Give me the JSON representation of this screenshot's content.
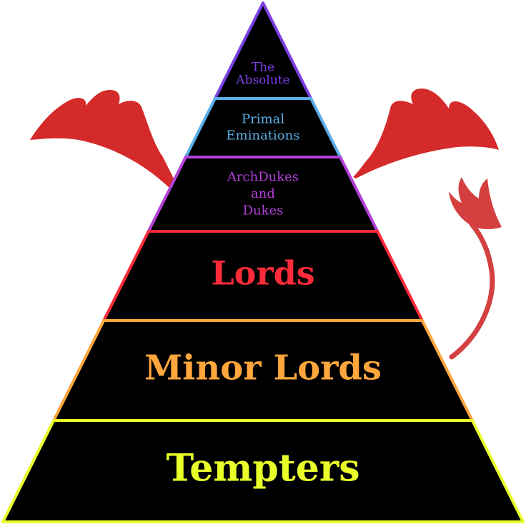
{
  "colors": {
    "background": "#ffffff",
    "pyramid_fill": "#000000",
    "wing": "#d42a2a",
    "tail": "#d44040"
  },
  "tiers": [
    {
      "lines": [
        "The",
        "Absolute"
      ],
      "color": "#7b3fe4"
    },
    {
      "lines": [
        "Primal",
        "Eminations"
      ],
      "color": "#5aaee8"
    },
    {
      "lines": [
        "ArchDukes",
        "and",
        "Dukes"
      ],
      "color": "#b340d8"
    },
    {
      "lines": [
        "Lords"
      ],
      "color": "#ff2a3a"
    },
    {
      "lines": [
        "Minor Lords"
      ],
      "color": "#ffa63c"
    },
    {
      "lines": [
        "Tempters"
      ],
      "color": "#e8ff2a"
    }
  ]
}
